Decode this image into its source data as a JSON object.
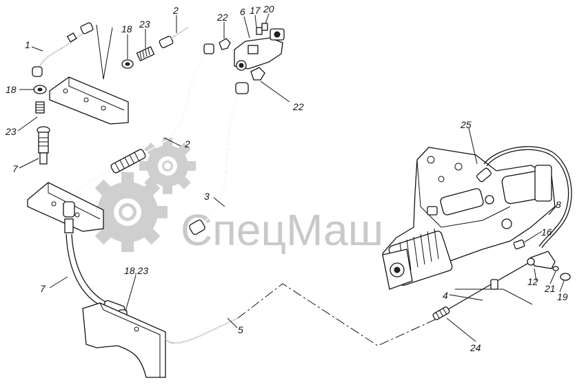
{
  "watermark": {
    "text": "СпецМаш"
  },
  "colors": {
    "line": "#111111",
    "watermark": "#c9c9c9",
    "background": "#ffffff"
  },
  "callouts": [
    {
      "id": "c1",
      "text": "1"
    },
    {
      "id": "c18a",
      "text": "18"
    },
    {
      "id": "c23a",
      "text": "23"
    },
    {
      "id": "c2a",
      "text": "2"
    },
    {
      "id": "c22a",
      "text": "22"
    },
    {
      "id": "c6",
      "text": "6"
    },
    {
      "id": "c17",
      "text": "17"
    },
    {
      "id": "c20",
      "text": "20"
    },
    {
      "id": "c18b",
      "text": "18"
    },
    {
      "id": "c23b",
      "text": "23"
    },
    {
      "id": "c22b",
      "text": "22"
    },
    {
      "id": "c7a",
      "text": "7"
    },
    {
      "id": "c2b",
      "text": "2"
    },
    {
      "id": "c3",
      "text": "3"
    },
    {
      "id": "c25",
      "text": "25"
    },
    {
      "id": "c8",
      "text": "8"
    },
    {
      "id": "c16",
      "text": "16"
    },
    {
      "id": "c1823",
      "text": "18,23"
    },
    {
      "id": "c7b",
      "text": "7"
    },
    {
      "id": "c12",
      "text": "12"
    },
    {
      "id": "c21",
      "text": "21"
    },
    {
      "id": "c19",
      "text": "19"
    },
    {
      "id": "c4",
      "text": "4"
    },
    {
      "id": "c5",
      "text": "5"
    },
    {
      "id": "c24",
      "text": "24"
    }
  ]
}
